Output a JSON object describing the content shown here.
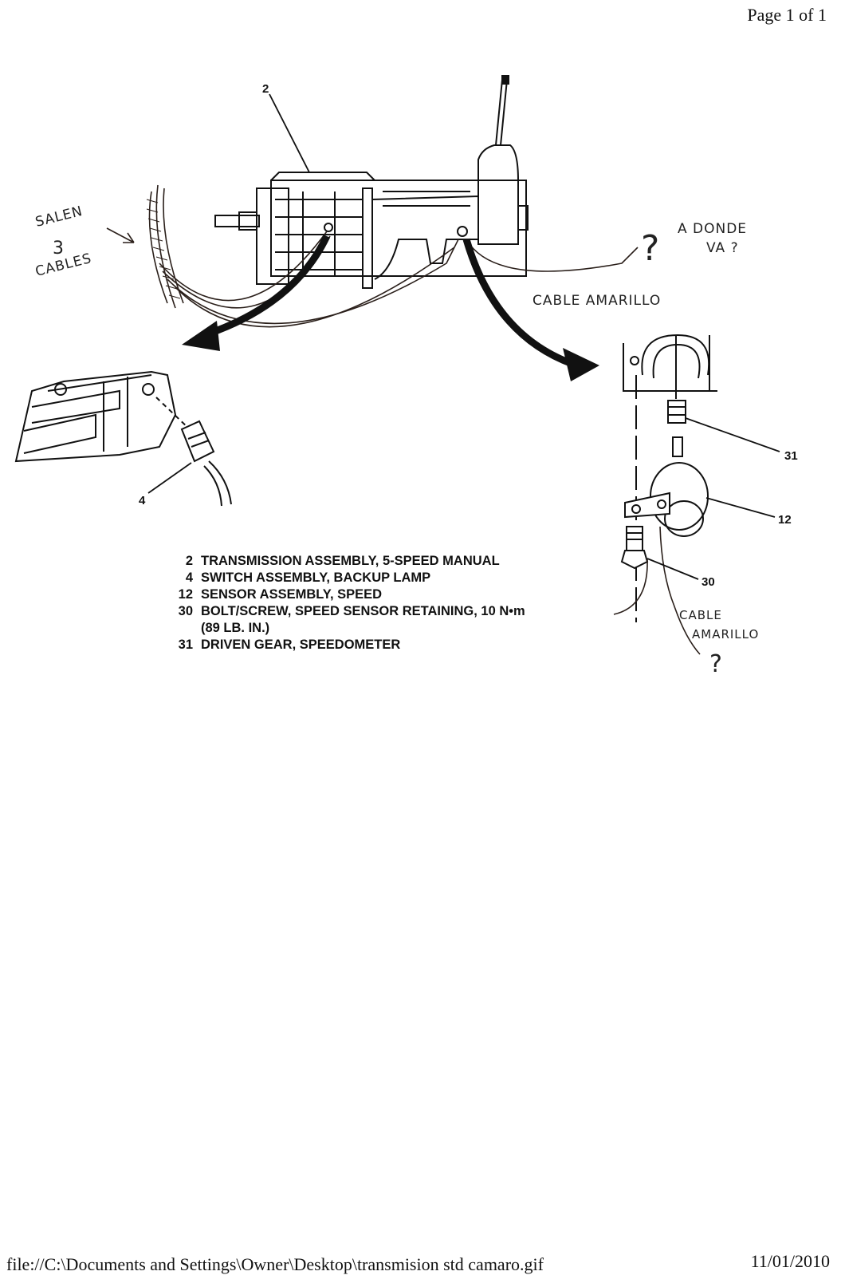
{
  "header": {
    "page_label": "Page 1 of 1"
  },
  "footer": {
    "file_path": "file://C:\\Documents and Settings\\Owner\\Desktop\\transmision std camaro.gif",
    "date": "11/01/2010"
  },
  "callouts": {
    "c2": "2",
    "c4": "4",
    "c12": "12",
    "c30": "30",
    "c31": "31"
  },
  "handwritten": {
    "salen": "SALEN",
    "three": "3",
    "cables": "CABLES",
    "a_donde": "A DONDE",
    "va": "VA ?",
    "question_mark": "?",
    "cable_amarillo_top": "CABLE AMARILLO",
    "cable_lower_1": "CABLE",
    "cable_lower_2": "AMARILLO",
    "question_mark_2": "?"
  },
  "legend": [
    {
      "num": "2",
      "text": "TRANSMISSION ASSEMBLY, 5-SPEED MANUAL"
    },
    {
      "num": "4",
      "text": "SWITCH ASSEMBLY, BACKUP LAMP"
    },
    {
      "num": "12",
      "text": "SENSOR ASSEMBLY, SPEED"
    },
    {
      "num": "30",
      "text": "BOLT/SCREW, SPEED SENSOR RETAINING, 10 N•m"
    },
    {
      "num": "",
      "text": "(89 LB. IN.)"
    },
    {
      "num": "31",
      "text": "DRIVEN GEAR, SPEEDOMETER"
    }
  ]
}
